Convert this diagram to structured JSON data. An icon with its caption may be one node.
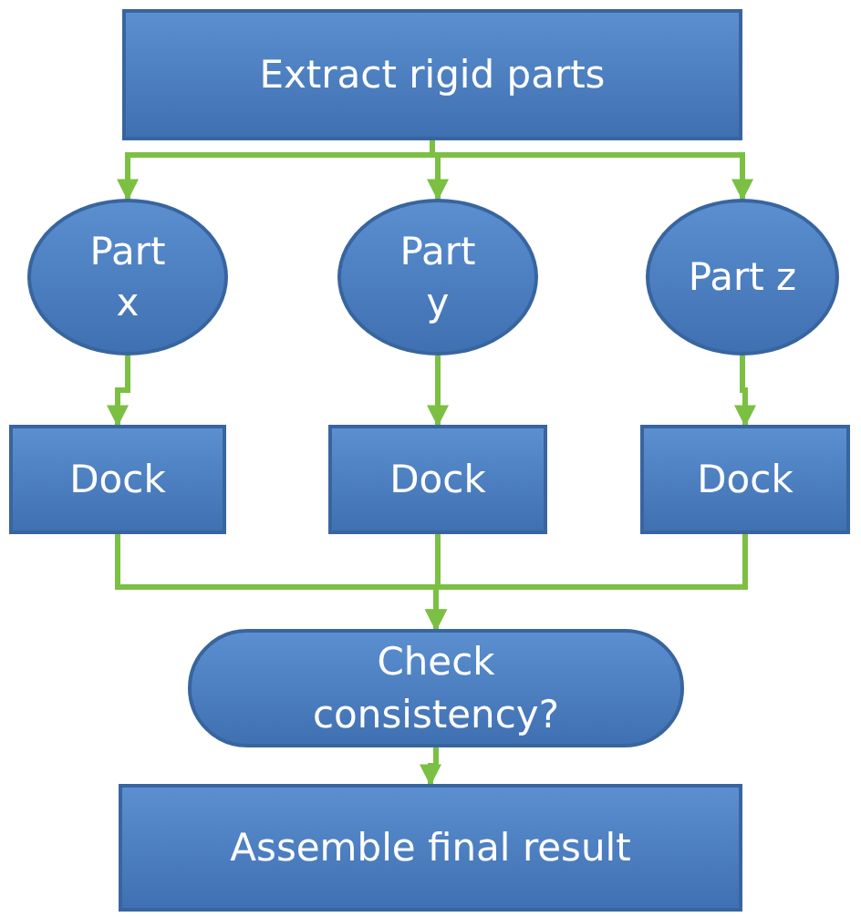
{
  "diagram": {
    "nodes": [
      {
        "text": [
          "Extract rigid parts"
        ]
      },
      {
        "text": [
          "Part x"
        ]
      },
      {
        "text": [
          "Part y"
        ]
      },
      {
        "text": [
          "Part z"
        ]
      },
      {
        "text": [
          "Dock"
        ]
      },
      {
        "text": [
          "Dock"
        ]
      },
      {
        "text": [
          "Dock"
        ]
      },
      {
        "text": [
          "Check consistency?"
        ]
      },
      {
        "text": [
          "Assemble final result"
        ]
      }
    ],
    "edges": [
      {
        "from": 0,
        "to": 1,
        "arrow": "to"
      },
      {
        "from": 0,
        "to": 2,
        "arrow": "to"
      },
      {
        "from": 0,
        "to": 3,
        "arrow": "to"
      },
      {
        "from": 1,
        "to": 4,
        "arrow": "to"
      },
      {
        "from": 2,
        "to": 5,
        "arrow": "to"
      },
      {
        "from": 3,
        "to": 6,
        "arrow": "to"
      },
      {
        "from": 4,
        "to": 7,
        "arrow": "to"
      },
      {
        "from": 5,
        "to": 7,
        "arrow": "to"
      },
      {
        "from": 6,
        "to": 7,
        "arrow": "to"
      },
      {
        "from": 7,
        "to": 8,
        "arrow": "to"
      }
    ]
  }
}
